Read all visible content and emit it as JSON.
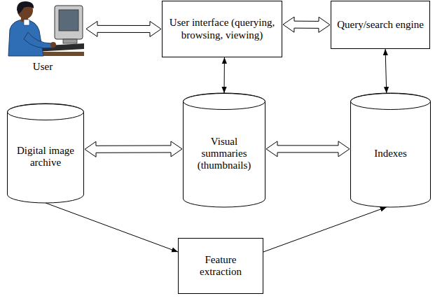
{
  "diagram": {
    "nodes": [
      {
        "text": [
          "User"
        ]
      },
      {
        "text": [
          "User interface (querying, browsing, viewing)"
        ]
      },
      {
        "text": [
          "Query/search engine"
        ]
      },
      {
        "text": [
          "Digital image archive"
        ]
      },
      {
        "text": [
          "Visual summaries (thumbnails)"
        ]
      },
      {
        "text": [
          "Indexes"
        ]
      },
      {
        "text": [
          "Feature extraction"
        ]
      }
    ],
    "edges": [
      {
        "from": 0,
        "to": 1,
        "arrow": "both"
      },
      {
        "from": 1,
        "to": 2,
        "arrow": "both"
      },
      {
        "from": 1,
        "to": 4,
        "arrow": "both"
      },
      {
        "from": 2,
        "to": 5,
        "arrow": "both"
      },
      {
        "from": 3,
        "to": 4,
        "arrow": "both"
      },
      {
        "from": 4,
        "to": 5,
        "arrow": "both"
      },
      {
        "from": 3,
        "to": 6,
        "arrow": "to"
      },
      {
        "from": 6,
        "to": 5,
        "arrow": "to"
      }
    ]
  }
}
